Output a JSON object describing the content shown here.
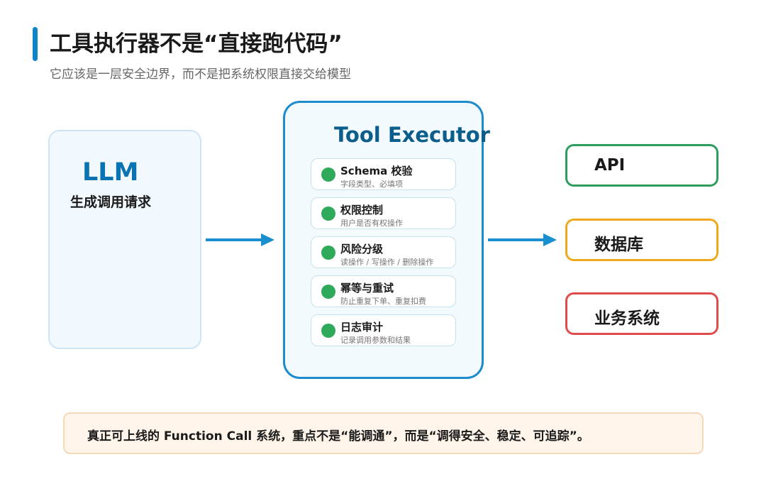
{
  "header": {
    "title": "工具执行器不是“直接跑代码”",
    "subtitle": "它应该是一层安全边界，而不是把系统权限直接交给模型"
  },
  "llm": {
    "title": "LLM",
    "subtitle": "生成调用请求"
  },
  "executor": {
    "title": "Tool Executor",
    "items": [
      {
        "label": "Schema 校验",
        "desc": "字段类型、必填项"
      },
      {
        "label": "权限控制",
        "desc": "用户是否有权操作"
      },
      {
        "label": "风险分级",
        "desc": "读操作 / 写操作 / 删除操作"
      },
      {
        "label": "幂等与重试",
        "desc": "防止重复下单、重复扣费"
      },
      {
        "label": "日志审计",
        "desc": "记录调用参数和结果"
      }
    ],
    "item_dot_color": "#2eaa5a"
  },
  "targets": [
    {
      "label": "API",
      "color": "#2e9e5e"
    },
    {
      "label": "数据库",
      "color": "#f0a81c"
    },
    {
      "label": "业务系统",
      "color": "#e04b4b"
    }
  ],
  "colors": {
    "accent": "#0e83c8",
    "arrow": "#1a8fd0"
  },
  "note": {
    "text": "真正可上线的 Function Call 系统，重点不是“能调通”，而是“调得安全、稳定、可追踪”。"
  }
}
